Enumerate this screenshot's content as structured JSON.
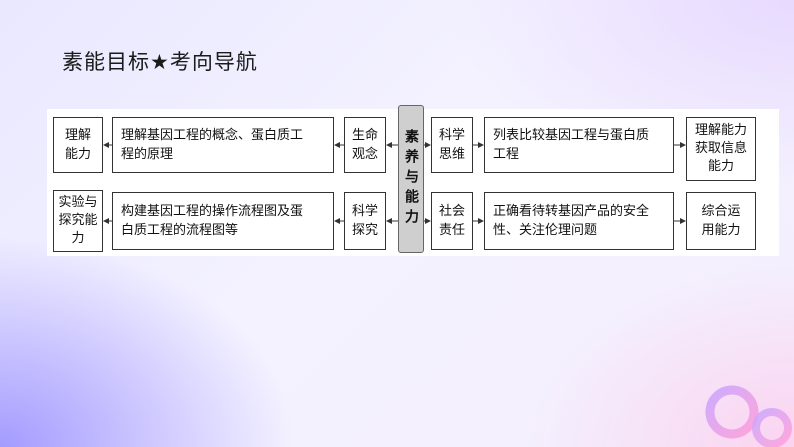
{
  "title": "素能目标★考向导航",
  "core": "素养与能力",
  "rows": [
    {
      "left_ability": "理解\n能力",
      "left_goal": "理解基因工程的概念、蛋白质工\n程的原理",
      "left_literacy": "生命\n观念",
      "right_literacy": "科学\n思维",
      "right_goal": "列表比较基因工程与蛋白质\n工程",
      "right_ability": "理解能力\n获取信息\n能力"
    },
    {
      "left_ability": "实验与\n探究能\n力",
      "left_goal": "构建基因工程的操作流程图及蛋\n白质工程的流程图等",
      "left_literacy": "科学\n探究",
      "right_literacy": "社会\n责任",
      "right_goal": "正确看待转基因产品的安全\n性、关注伦理问题",
      "right_ability": "综合运\n用能力"
    }
  ],
  "colors": {
    "core_fill": "#cfcfcf",
    "line": "#333333"
  }
}
